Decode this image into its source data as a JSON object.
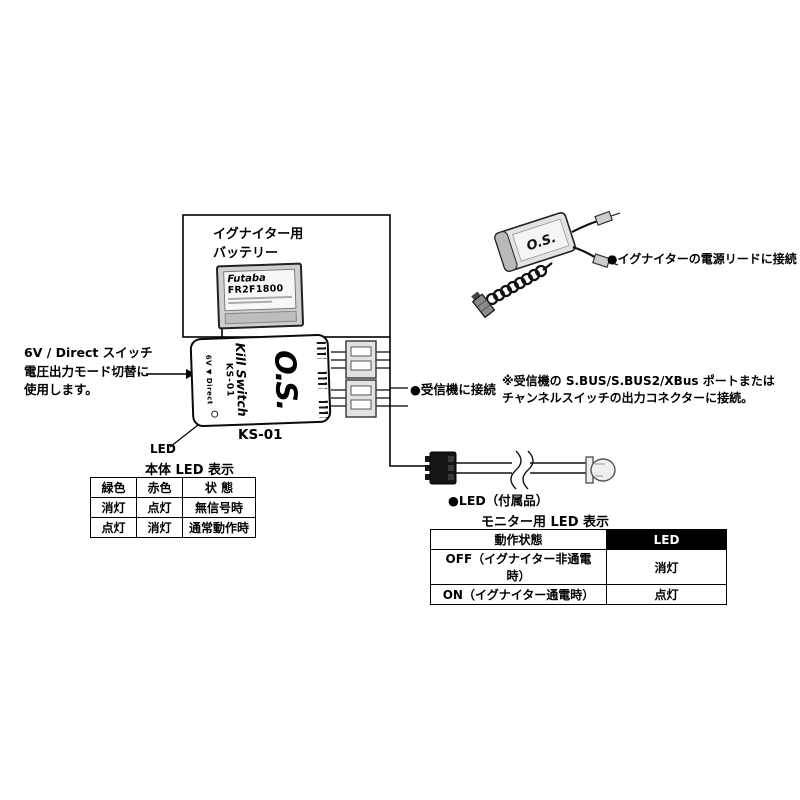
{
  "labels": {
    "battery_line1": "イグナイター用",
    "battery_line2": "バッテリー",
    "igniter_connect": "●イグナイターの電源リードに接続",
    "switch_line1": "6V / Direct スイッチ",
    "switch_line2": "電圧出力モード切替に",
    "switch_line3": "使用します。",
    "led": "LED",
    "receiver_connect": "●受信機に接続",
    "receiver_note_line1": "※受信機の S.BUS/S.BUS2/XBus ポートまたは",
    "receiver_note_line2": "チャンネルスイッチの出力コネクターに接続。",
    "led_accessory": "●LED（付属品）"
  },
  "battery": {
    "brand": "Futaba",
    "model": "FR2F1800"
  },
  "device": {
    "logo": "O.S.",
    "name": "Kill Switch",
    "model": "KS-01",
    "mode": "6V ▼ Direct"
  },
  "igniter": {
    "logo": "O.S."
  },
  "body_led_table": {
    "title": "本体 LED 表示",
    "headers": [
      "緑色",
      "赤色",
      "状 態"
    ],
    "rows": [
      [
        "消灯",
        "点灯",
        "無信号時"
      ],
      [
        "点灯",
        "消灯",
        "通常動作時"
      ]
    ]
  },
  "monitor_led_table": {
    "title": "モニター用 LED 表示",
    "header_left": "動作状態",
    "header_right": "LED",
    "rows": [
      [
        "OFF（イグナイター非通電時）",
        "消灯"
      ],
      [
        "ON（イグナイター通電時）",
        "点灯"
      ]
    ]
  },
  "colors": {
    "line": "#000000",
    "table_header_bg": "#000000",
    "table_header_fg": "#ffffff"
  }
}
